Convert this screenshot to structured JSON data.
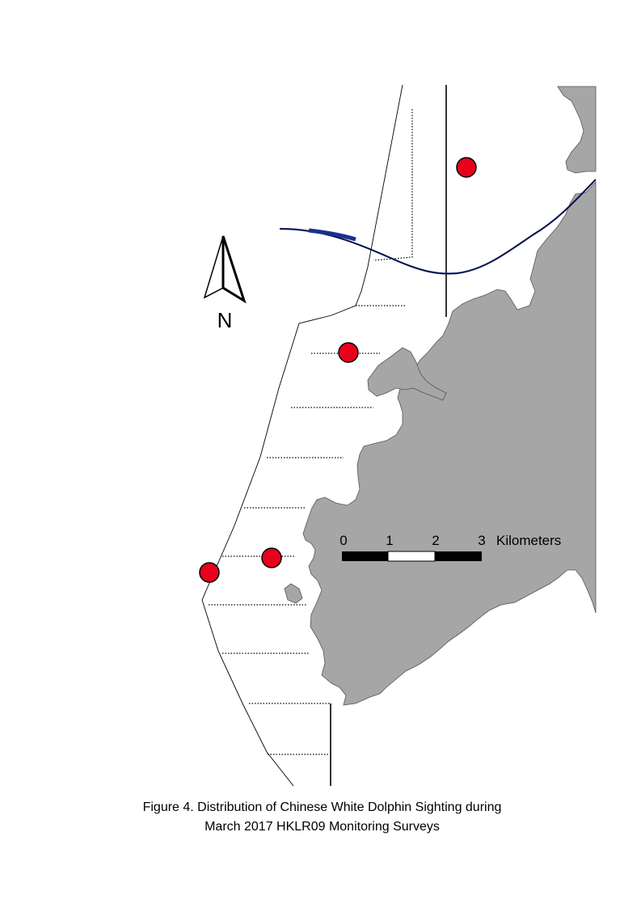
{
  "north_arrow": {
    "label": "N"
  },
  "scale_bar": {
    "ticks": [
      "0",
      "1",
      "2",
      "3"
    ],
    "unit": "Kilometers"
  },
  "sightings": {
    "symbol_color": "#e8001c",
    "count": 4
  },
  "colors": {
    "land": "#a6a6a6",
    "bridge": "#1c2f8f",
    "lines": "#000000"
  },
  "caption": {
    "line1": "Figure 4.  Distribution of Chinese White Dolphin Sighting during",
    "line2": "March 2017 HKLR09 Monitoring Surveys"
  }
}
